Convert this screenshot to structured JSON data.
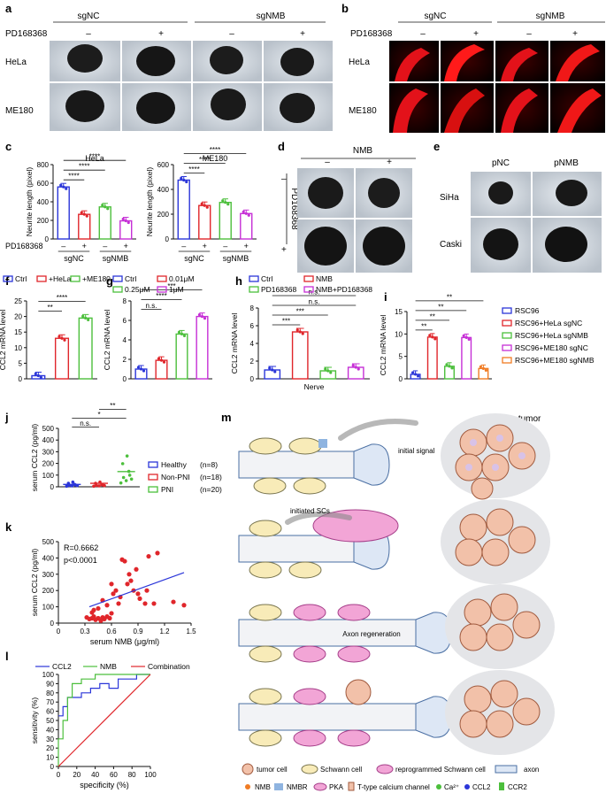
{
  "panel_letters": [
    "a",
    "b",
    "c",
    "d",
    "e",
    "f",
    "g",
    "h",
    "i",
    "j",
    "k",
    "l",
    "m"
  ],
  "panel_a": {
    "groups": [
      "sgNC",
      "sgNMB"
    ],
    "treatment_label": "PD168368",
    "signs": [
      "–",
      "+",
      "–",
      "+"
    ],
    "rows": [
      "HeLa",
      "ME180"
    ]
  },
  "panel_b": {
    "groups": [
      "sgNC",
      "sgNMB"
    ],
    "treatment_label": "PD168368",
    "signs": [
      "–",
      "+",
      "–",
      "+"
    ],
    "rows": [
      "HeLa",
      "ME180"
    ]
  },
  "panel_d": {
    "col_label": "NMB",
    "col_signs": [
      "–",
      "+"
    ],
    "row_label": "PD168368",
    "row_signs": [
      "–",
      "+"
    ]
  },
  "panel_e": {
    "cols": [
      "pNC",
      "pNMB"
    ],
    "rows": [
      "SiHa",
      "Caski"
    ]
  },
  "panel_m": {
    "labels": {
      "primary_tumor": "Primary tumor",
      "initial_signal": "initial signal",
      "initiated_scs": "initiated SCs",
      "axon_regeneration": "Axon regeneration"
    },
    "legend": [
      "tumor cell",
      "Schwann cell",
      "reprogrammed Schwann cell",
      "axon",
      "NMB",
      "NMBR",
      "PKA",
      "T-type calcium channel",
      "Ca²⁺",
      "CCL2",
      "CCR2"
    ]
  },
  "colors": {
    "blue": "#2b36d9",
    "red": "#e0262b",
    "green": "#4cbf3c",
    "purple": "#c62fd6",
    "orange": "#f07c24"
  },
  "chart_data": [
    {
      "id": "c-hela",
      "type": "bar",
      "title": "HeLa",
      "ylabel": "Neurite length (pixel)",
      "ylim": [
        0,
        800
      ],
      "yticks": [
        0,
        200,
        400,
        600,
        800
      ],
      "categories": [
        "sgNC –",
        "sgNC +",
        "sgNMB –",
        "sgNMB +"
      ],
      "values": [
        560,
        265,
        345,
        195
      ],
      "colors": [
        "#2b36d9",
        "#e0262b",
        "#4cbf3c",
        "#c62fd6"
      ],
      "xsigns": [
        "–",
        "+",
        "–",
        "+"
      ],
      "xgroups": [
        "sgNC",
        "sgNMB"
      ],
      "xrow_label": "PD168368",
      "significance": [
        "****",
        "****",
        "****"
      ]
    },
    {
      "id": "c-me180",
      "type": "bar",
      "title": "ME180",
      "ylabel": "Neurite length (pixel)",
      "ylim": [
        0,
        600
      ],
      "yticks": [
        0,
        200,
        400,
        600
      ],
      "categories": [
        "sgNC –",
        "sgNC +",
        "sgNMB –",
        "sgNMB +"
      ],
      "values": [
        475,
        270,
        295,
        205
      ],
      "colors": [
        "#2b36d9",
        "#e0262b",
        "#4cbf3c",
        "#c62fd6"
      ],
      "xsigns": [
        "–",
        "+",
        "–",
        "+"
      ],
      "xgroups": [
        "sgNC",
        "sgNMB"
      ],
      "significance": [
        "****",
        "****",
        "****"
      ]
    },
    {
      "id": "f",
      "type": "bar",
      "ylabel": "CCL2 mRNA level",
      "ylim": [
        0,
        25
      ],
      "yticks": [
        0,
        5,
        10,
        15,
        20,
        25
      ],
      "categories": [
        "Ctrl",
        "+HeLa",
        "+ME180"
      ],
      "values": [
        1,
        13,
        19.5
      ],
      "colors": [
        "#2b36d9",
        "#e0262b",
        "#4cbf3c"
      ],
      "legend": [
        "Ctrl",
        "+HeLa",
        "+ME180"
      ],
      "significance": [
        "**",
        "****"
      ]
    },
    {
      "id": "g",
      "type": "bar",
      "ylabel": "CCL2 mRNA level",
      "ylim": [
        0,
        8
      ],
      "yticks": [
        0,
        2,
        4,
        6,
        8
      ],
      "categories": [
        "Ctrl",
        "0.01μM",
        "0.25μM",
        "1μM"
      ],
      "values": [
        1,
        1.9,
        4.6,
        6.4
      ],
      "colors": [
        "#2b36d9",
        "#e0262b",
        "#4cbf3c",
        "#c62fd6"
      ],
      "legend": [
        "Ctrl",
        "0.01μM",
        "0.25μM",
        "1μM"
      ],
      "significance": [
        "n.s.",
        "****",
        "***"
      ]
    },
    {
      "id": "h",
      "type": "bar",
      "ylabel": "CCL2 mRNA level",
      "ylim": [
        0,
        8
      ],
      "yticks": [
        0,
        2,
        4,
        6,
        8
      ],
      "categories": [
        "Ctrl",
        "NMB",
        "PD168368",
        "NMB+PD168368"
      ],
      "values": [
        1,
        5.3,
        0.9,
        1.3
      ],
      "colors": [
        "#2b36d9",
        "#e0262b",
        "#4cbf3c",
        "#c62fd6"
      ],
      "legend": [
        "Ctrl",
        "NMB",
        "PD168368",
        "NMB+PD168368"
      ],
      "xlabel": "Nerve",
      "significance": [
        "***",
        "***",
        "n.s.",
        "n.s."
      ]
    },
    {
      "id": "i",
      "type": "bar",
      "ylabel": "CCL2 mRNA level",
      "ylim": [
        0,
        15
      ],
      "yticks": [
        0,
        5,
        10,
        15
      ],
      "categories": [
        "RSC96",
        "RSC96+HeLa sgNC",
        "RSC96+HeLa sgNMB",
        "RSC96+ME180 sgNC",
        "RSC96+ME180 sgNMB"
      ],
      "values": [
        1,
        9.3,
        2.8,
        9.2,
        2.3
      ],
      "colors": [
        "#2b36d9",
        "#e0262b",
        "#4cbf3c",
        "#c62fd6",
        "#f07c24"
      ],
      "legend": [
        "RSC96",
        "RSC96+HeLa sgNC",
        "RSC96+HeLa sgNMB",
        "RSC96+ME180 sgNC",
        "RSC96+ME180 sgNMB"
      ],
      "significance": [
        "**",
        "**",
        "**",
        "**"
      ]
    },
    {
      "id": "j",
      "type": "scatter",
      "ylabel": "serum CCL2 (pg/ml)",
      "ylim": [
        0,
        500
      ],
      "yticks": [
        0,
        100,
        200,
        300,
        400,
        500
      ],
      "categories": [
        "Healthy",
        "Non-PNI",
        "PNI"
      ],
      "means": [
        20,
        30,
        130
      ],
      "colors": [
        "#2b36d9",
        "#e0262b",
        "#4cbf3c"
      ],
      "legend": [
        "Healthy",
        "Non-PNI",
        "PNI"
      ],
      "legend_n": [
        "(n=8)",
        "(n=18)",
        "(n=20)"
      ],
      "significance": [
        "n.s.",
        "*",
        "**"
      ]
    },
    {
      "id": "k",
      "type": "scatter",
      "xlabel": "serum NMB (μg/ml)",
      "ylabel": "serum CCL2 (pg/ml)",
      "xlim": [
        0,
        1.5
      ],
      "xticks": [
        0,
        0.3,
        0.6,
        0.9,
        1.2,
        1.5
      ],
      "ylim": [
        0,
        500
      ],
      "yticks": [
        0,
        100,
        200,
        300,
        400,
        500
      ],
      "annotations": [
        "R=0.6662",
        "p<0.0001"
      ],
      "points": [
        [
          0.32,
          35
        ],
        [
          0.35,
          25
        ],
        [
          0.38,
          30
        ],
        [
          0.4,
          40
        ],
        [
          0.42,
          20
        ],
        [
          0.45,
          30
        ],
        [
          0.48,
          15
        ],
        [
          0.5,
          35
        ],
        [
          0.52,
          25
        ],
        [
          0.55,
          40
        ],
        [
          0.58,
          30
        ],
        [
          0.38,
          65
        ],
        [
          0.4,
          80
        ],
        [
          0.45,
          90
        ],
        [
          0.5,
          140
        ],
        [
          0.55,
          110
        ],
        [
          0.6,
          60
        ],
        [
          0.62,
          180
        ],
        [
          0.65,
          200
        ],
        [
          0.7,
          160
        ],
        [
          0.72,
          390
        ],
        [
          0.75,
          380
        ],
        [
          0.78,
          240
        ],
        [
          0.8,
          300
        ],
        [
          0.82,
          260
        ],
        [
          0.85,
          200
        ],
        [
          0.88,
          330
        ],
        [
          0.92,
          150
        ],
        [
          0.98,
          120
        ],
        [
          1.02,
          410
        ],
        [
          1.08,
          120
        ],
        [
          1.12,
          430
        ],
        [
          1.3,
          130
        ],
        [
          1.42,
          110
        ],
        [
          0.68,
          120
        ],
        [
          0.9,
          180
        ],
        [
          1.0,
          200
        ],
        [
          0.6,
          240
        ]
      ],
      "fit": [
        [
          0.35,
          100
        ],
        [
          1.42,
          310
        ]
      ],
      "color": "#e0262b"
    },
    {
      "id": "l",
      "type": "line",
      "xlabel": "specificity (%)",
      "ylabel": "sensitivity (%)",
      "xlim": [
        0,
        100
      ],
      "xticks": [
        0,
        20,
        40,
        60,
        80,
        100
      ],
      "ylim": [
        0,
        100
      ],
      "yticks": [
        0,
        10,
        20,
        30,
        40,
        50,
        60,
        70,
        80,
        90,
        100
      ],
      "series": [
        {
          "name": "CCL2",
          "color": "#2b36d9",
          "points": [
            [
              0,
              55
            ],
            [
              5,
              55
            ],
            [
              5,
              65
            ],
            [
              10,
              65
            ],
            [
              10,
              75
            ],
            [
              25,
              75
            ],
            [
              25,
              80
            ],
            [
              35,
              80
            ],
            [
              35,
              85
            ],
            [
              45,
              85
            ],
            [
              45,
              90
            ],
            [
              55,
              90
            ],
            [
              55,
              85
            ],
            [
              65,
              85
            ],
            [
              65,
              95
            ],
            [
              85,
              95
            ],
            [
              85,
              100
            ],
            [
              100,
              100
            ]
          ]
        },
        {
          "name": "NMB",
          "color": "#4cbf3c",
          "points": [
            [
              0,
              0
            ],
            [
              0,
              30
            ],
            [
              5,
              30
            ],
            [
              5,
              50
            ],
            [
              10,
              50
            ],
            [
              10,
              75
            ],
            [
              15,
              75
            ],
            [
              15,
              90
            ],
            [
              25,
              90
            ],
            [
              25,
              95
            ],
            [
              40,
              95
            ],
            [
              40,
              100
            ],
            [
              100,
              100
            ]
          ]
        },
        {
          "name": "Combination",
          "color": "#e0262b",
          "points": [
            [
              0,
              0
            ],
            [
              100,
              100
            ]
          ]
        }
      ]
    }
  ]
}
